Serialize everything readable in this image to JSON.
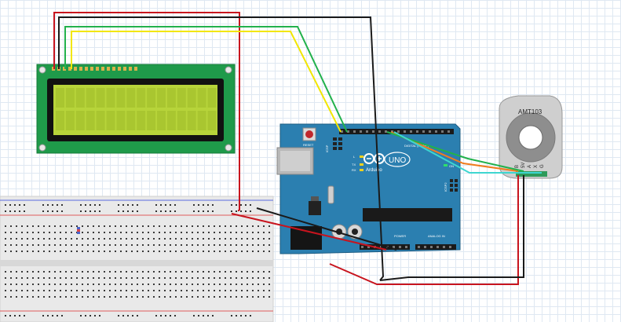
{
  "arduino": {
    "brand": "Arduino",
    "model": "UNO",
    "reset_label": "RESET",
    "icsp_label": "ICSP",
    "icsp2_label": "ICSP2",
    "digital_label": "DIGITAL (PWM~)",
    "power_label": "POWER",
    "analog_label": "ANALOG IN",
    "on_label": "ON",
    "tx_label": "TX",
    "rx_label": "RX",
    "l_label": "L",
    "board_color": "#2b7fb0"
  },
  "encoder": {
    "name": "AMT103",
    "pin_labels": [
      "G",
      "X",
      "A",
      "5V",
      "B"
    ]
  },
  "lcd": {
    "screen_color": "#b7d43a",
    "pcb_color": "#1f9a4a"
  },
  "wires": {
    "red": "#c8141e",
    "black": "#1a1a1a",
    "green": "#22b14c",
    "yellow": "#f2e600",
    "orange": "#f07c1e",
    "cyan": "#3ed6d0"
  }
}
